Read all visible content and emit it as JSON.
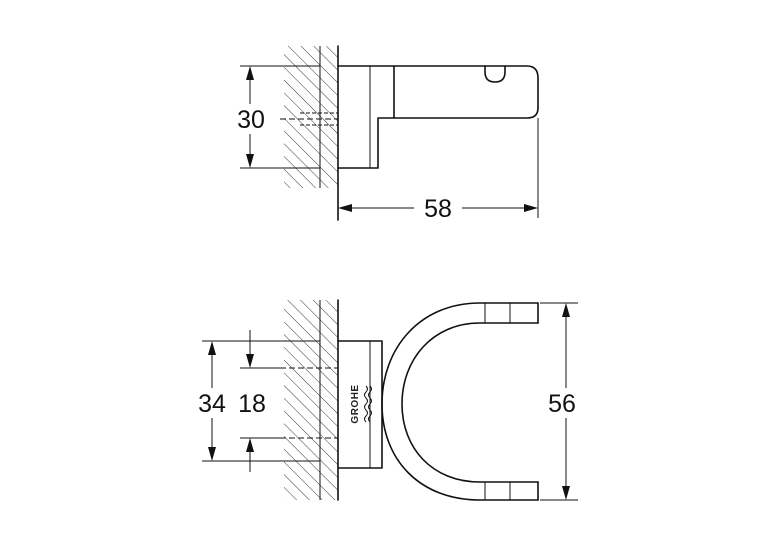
{
  "drawing": {
    "logo": "GROHE",
    "dimensions": {
      "top_height": "30",
      "top_depth": "58",
      "outer_height": "34",
      "inner_height": "18",
      "hook_height": "56"
    }
  }
}
